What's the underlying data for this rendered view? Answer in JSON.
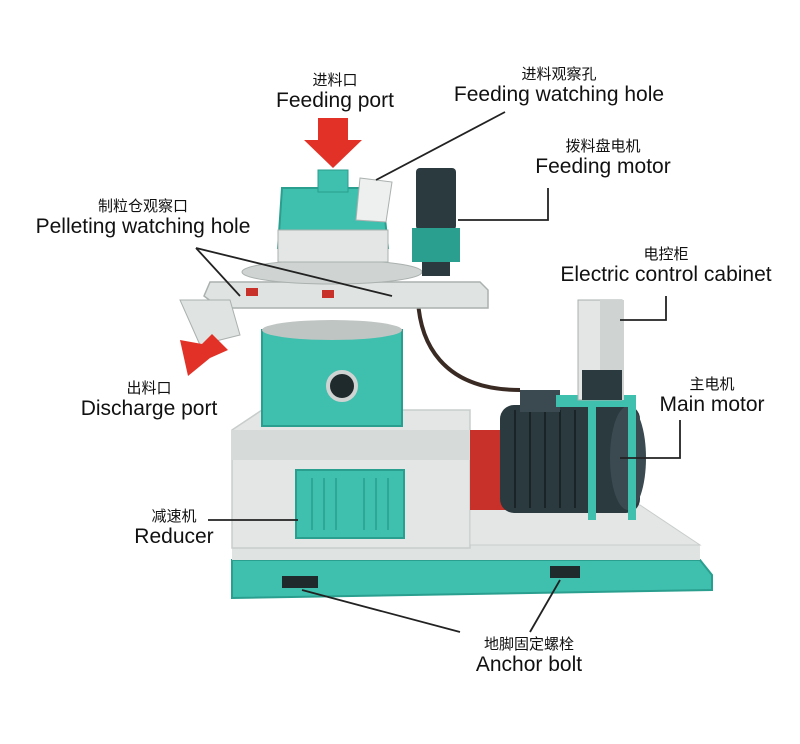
{
  "colors": {
    "teal": "#3fbfae",
    "teal_dark": "#2a9f8f",
    "body_grey": "#e3e6e4",
    "motor_dark": "#2b3a3f",
    "arrow_red": "#e23227",
    "line": "#222222"
  },
  "labels": [
    {
      "id": "feeding-port",
      "zh": "进料口",
      "en": "Feeding port"
    },
    {
      "id": "feeding-watching-hole",
      "zh": "进料观察孔",
      "en": "Feeding watching hole"
    },
    {
      "id": "feeding-motor",
      "zh": "拨料盘电机",
      "en": "Feeding motor"
    },
    {
      "id": "pelleting-watching-hole",
      "zh": "制粒仓观察口",
      "en": "Pelleting watching hole"
    },
    {
      "id": "electric-control-cabinet",
      "zh": "电控柜",
      "en": "Electric control cabinet"
    },
    {
      "id": "discharge-port",
      "zh": "出料口",
      "en": "Discharge port"
    },
    {
      "id": "main-motor",
      "zh": "主电机",
      "en": "Main motor"
    },
    {
      "id": "reducer",
      "zh": "减速机",
      "en": "Reducer"
    },
    {
      "id": "anchor-bolt",
      "zh": "地脚固定螺栓",
      "en": "Anchor bolt"
    }
  ]
}
